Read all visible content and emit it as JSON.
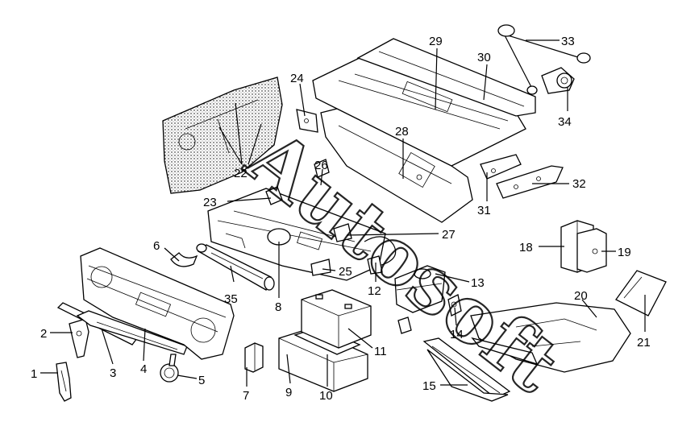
{
  "diagram": {
    "watermark_text": "Autosoft",
    "callouts": [
      {
        "id": "1",
        "label": "1"
      },
      {
        "id": "2",
        "label": "2"
      },
      {
        "id": "3",
        "label": "3"
      },
      {
        "id": "4",
        "label": "4"
      },
      {
        "id": "5",
        "label": "5"
      },
      {
        "id": "6",
        "label": "6"
      },
      {
        "id": "7",
        "label": "7"
      },
      {
        "id": "8",
        "label": "8"
      },
      {
        "id": "9",
        "label": "9"
      },
      {
        "id": "10",
        "label": "10"
      },
      {
        "id": "11",
        "label": "11"
      },
      {
        "id": "12",
        "label": "12"
      },
      {
        "id": "13",
        "label": "13"
      },
      {
        "id": "14",
        "label": "14"
      },
      {
        "id": "15",
        "label": "15"
      },
      {
        "id": "18",
        "label": "18"
      },
      {
        "id": "19",
        "label": "19"
      },
      {
        "id": "20",
        "label": "20"
      },
      {
        "id": "21",
        "label": "21"
      },
      {
        "id": "22",
        "label": "22"
      },
      {
        "id": "23",
        "label": "23"
      },
      {
        "id": "24",
        "label": "24"
      },
      {
        "id": "25",
        "label": "25"
      },
      {
        "id": "26",
        "label": "26"
      },
      {
        "id": "27",
        "label": "27"
      },
      {
        "id": "28",
        "label": "28"
      },
      {
        "id": "29",
        "label": "29"
      },
      {
        "id": "30",
        "label": "30"
      },
      {
        "id": "31",
        "label": "31"
      },
      {
        "id": "32",
        "label": "32"
      },
      {
        "id": "33",
        "label": "33"
      },
      {
        "id": "34",
        "label": "34"
      },
      {
        "id": "35",
        "label": "35"
      }
    ]
  }
}
